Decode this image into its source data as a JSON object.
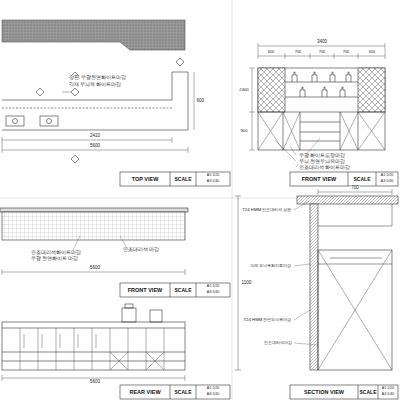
{
  "diagram": {
    "labels": [
      "상판: 무광천연화이트마감",
      "각재 무늬목 화이트마감",
      "2410",
      "5600",
      "600",
      "TOP VIEW",
      "SCALE",
      "A1:1/20",
      "A3:1/40",
      "3400",
      "600",
      "700",
      "700",
      "700",
      "600",
      "2400",
      "900",
      "무광 화이트도장마감",
      "무늬 천연무늬목마감",
      "인조대리석 화이트마감",
      "FRONT VIEW",
      "SCALE",
      "A1:1/20",
      "A3:1/40",
      "인조대리석화이트마감",
      "무광 천연화이트 마감",
      "5600",
      "인조대리석 마감",
      "FRONT VIEW",
      "SCALE",
      "A1:1/20",
      "A3:1/40",
      "5600",
      "REAR VIEW",
      "SCALE",
      "A1:1/20",
      "A3:1/40",
      "1100",
      "700",
      "T24 HMM 인조대리석 상판",
      "각재 무늬목화이트마감",
      "T24 HMM 천연무늬목마감",
      "인조대리석마감",
      "SECTION VIEW",
      "SCALE",
      "A1:1/20",
      "A3:1/40"
    ]
  }
}
